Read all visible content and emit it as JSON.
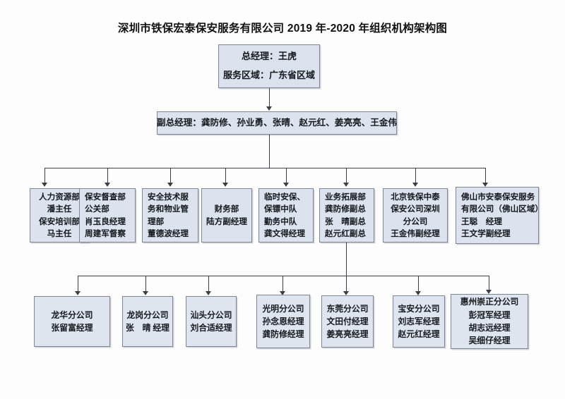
{
  "title": "深圳市铁保宏泰保安服务有限公司 2019 年-2020 年组织机构架构图",
  "colors": {
    "node_fill": "#dce3ee",
    "node_border": "#7c8695",
    "connector": "#3a3f46",
    "page_background": "#fdfdfd",
    "text": "#15181d"
  },
  "org_chart": {
    "type": "org-tree",
    "levels": 4,
    "general_manager": {
      "lines": [
        "总经理：王虎",
        "服务区域：广东省区域"
      ]
    },
    "deputy_managers": {
      "lines": [
        "副总经理：龚防修、孙业勇、张晴、赵元红、姜亮亮、王金伟"
      ]
    },
    "departments": [
      {
        "align": "center",
        "lines": [
          "人力资源部",
          "潘主任",
          "保安培训部",
          "马主任"
        ]
      },
      {
        "align": "left",
        "lines": [
          "保安督查部",
          "公关部",
          "肖玉良经理",
          "周建军督察"
        ]
      },
      {
        "align": "left",
        "lines": [
          "安全技术服",
          "务和物业管",
          "理部",
          "董德波经理"
        ]
      },
      {
        "align": "center",
        "lines": [
          "财务部",
          "陆方副经理"
        ]
      },
      {
        "align": "left",
        "lines": [
          "临时安保、",
          "保镖中队",
          "勤务中队",
          "龚文得经理"
        ]
      },
      {
        "align": "left",
        "lines": [
          "业务拓展部",
          "龚防修副总",
          "张　晴副总",
          "赵元红副总"
        ]
      },
      {
        "align": "center",
        "lines": [
          "北京铁保中泰",
          "保安公司深圳",
          "分公司",
          "王金伟副经理"
        ]
      },
      {
        "align": "left",
        "lines": [
          "佛山市安泰保安服务",
          "有限公司（佛山区域）",
          "王聪　经理",
          "王文学副经理"
        ]
      }
    ],
    "branches": [
      {
        "lines": [
          "龙华分公司",
          "张留富经理"
        ]
      },
      {
        "lines": [
          "龙岗分公司",
          "张　晴 经理"
        ]
      },
      {
        "lines": [
          "汕头分公司",
          "刘合适经理"
        ]
      },
      {
        "lines": [
          "光明分公司",
          "孙念恩经理",
          "龚防修经理"
        ]
      },
      {
        "lines": [
          "东莞分公司",
          "文田付经理",
          "姜亮亮经理"
        ]
      },
      {
        "lines": [
          "宝安分公司",
          "刘志军经理",
          "赵元红经理"
        ]
      },
      {
        "lines": [
          "惠州崇正分公司",
          "彭冠军经理",
          "胡志远经理",
          "吴细仔经理"
        ]
      }
    ]
  }
}
